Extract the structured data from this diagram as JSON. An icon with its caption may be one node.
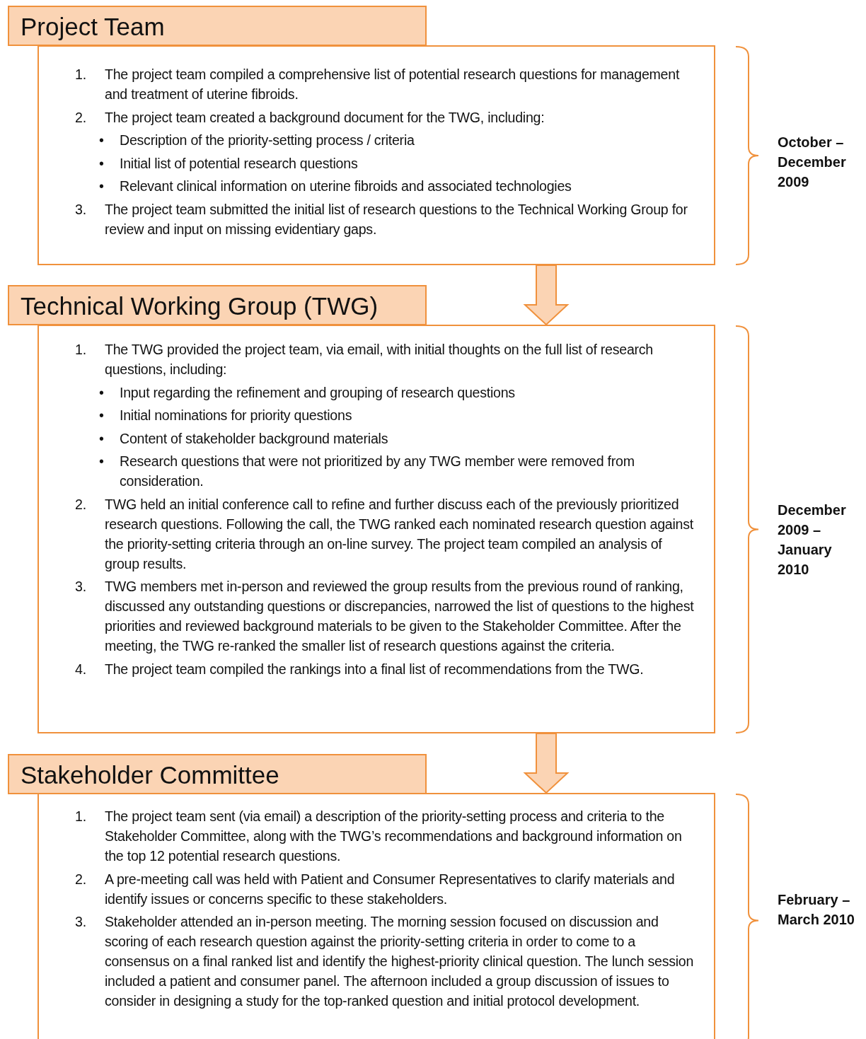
{
  "diagram": {
    "nodes": [
      {
        "text": [
          "Project Team"
        ]
      },
      {
        "text": [
          "1. The project team compiled a comprehensive list of potential research questions for management and treatment of uterine fibroids.",
          "2. The project team created a background document for the TWG, including:",
          "• Description of the priority-setting process / criteria",
          "• Initial list of potential research questions",
          "• Relevant clinical information on uterine fibroids and associated technologies",
          "3. The project team submitted the initial list of research questions to the Technical Working Group for review and input on missing evidentiary gaps."
        ]
      },
      {
        "text": [
          "Technical Working Group (TWG)"
        ]
      },
      {
        "text": [
          "1. The TWG provided the project team, via email, with initial thoughts on the full list of research questions, including:",
          "• Input regarding the refinement and grouping of research questions",
          "• Initial nominations for priority questions",
          "• Content of stakeholder background materials",
          "• Research questions that were not prioritized by any TWG member were removed from consideration.",
          "2. TWG held an initial conference call to refine and further discuss each of the previously prioritized research questions.  Following the call, the TWG ranked each nominated research question against the priority-setting criteria through an on-line survey.  The project team compiled an analysis of group results.",
          "3. TWG members met in-person and reviewed the group results from the previous round of ranking, discussed any outstanding questions or discrepancies, narrowed the list of questions to the highest priorities and reviewed background materials to be given to the Stakeholder Committee.  After the meeting, the TWG re-ranked the smaller list of research questions against the criteria.",
          "4. The project team compiled the rankings into a final list of recommendations from the TWG."
        ]
      },
      {
        "text": [
          "Stakeholder Committee"
        ]
      },
      {
        "text": [
          "1. The project team sent (via email) a description of the priority-setting process and criteria to the Stakeholder Committee, along with the TWG’s recommendations and background information on the top 12 potential research questions.",
          "2. A pre-meeting call was held with Patient and Consumer Representatives  to clarify materials and identify issues or concerns specific to these stakeholders.",
          "3. Stakeholder attended an in-person meeting.  The morning session focused on discussion and scoring of each research question against the priority-setting criteria in order to come to a consensus on a final ranked list and identify the highest-priority clinical question.   The lunch session included a patient and consumer panel.  The afternoon included a group discussion of issues to consider in designing a study for the top-ranked question and initial protocol development."
        ]
      }
    ],
    "edges": [
      {
        "from": 1,
        "to": 3,
        "arrow": "to"
      },
      {
        "from": 3,
        "to": 5,
        "arrow": "to"
      }
    ],
    "labels": [
      "October – December 2009",
      "December 2009 – January 2010",
      "February – March 2010"
    ]
  }
}
